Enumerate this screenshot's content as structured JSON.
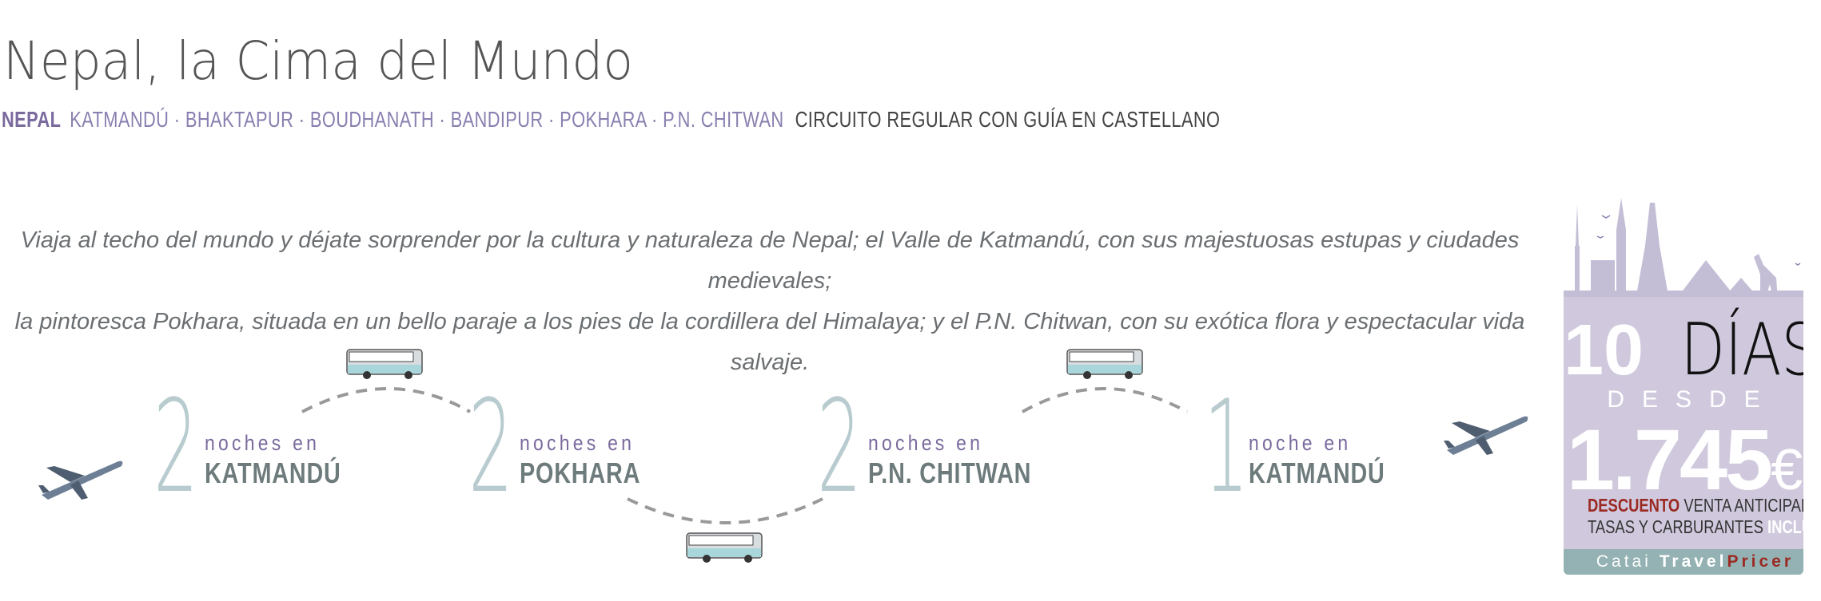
{
  "header": {
    "title": "Nepal, la Cima del Mundo",
    "country": "NEPAL",
    "places": "KATMANDÚ · BHAKTAPUR · BOUDHANATH · BANDIPUR · POKHARA · P.N. CHITWAN",
    "circuit": "CIRCUITO REGULAR CON GUÍA EN CASTELLANO"
  },
  "description": {
    "line1": "Viaja al techo del mundo y déjate sorprender por la cultura y naturaleza de Nepal; el Valle de Katmandú, con sus majestuosas estupas y ciudades medievales;",
    "line2": "la pintoresca Pokhara, situada en un bello paraje a los pies de la cordillera del Himalaya; y el P.N. Chitwan, con su exótica flora y espectacular vida salvaje."
  },
  "itinerary": [
    {
      "nights": "2",
      "label": "noches en",
      "city": "KATMANDÚ"
    },
    {
      "nights": "2",
      "label": "noches en",
      "city": "POKHARA"
    },
    {
      "nights": "2",
      "label": "noches en",
      "city": "P.N. CHITWAN"
    },
    {
      "nights": "1",
      "label": "noche en",
      "city": "KATMANDÚ"
    }
  ],
  "icons": [
    "airplane-icon",
    "bus-icon"
  ],
  "price_box": {
    "days_number": "10",
    "days_label": "DÍAS",
    "from_label": "DESDE",
    "amount": "1.745",
    "currency": "€",
    "discount": "DESCUENTO",
    "discount_rest": "VENTA ANTICIPADA",
    "taxes": "TASAS Y CARBURANTES",
    "included": "INCLUIDOS",
    "brand1": "Catai",
    "brand2": "Travel",
    "brand3": "Pricer"
  },
  "colors": {
    "purple": "#7a6a9d",
    "box": "#d0c9de",
    "teal": "#94b2b3",
    "red": "#9a2a22"
  }
}
